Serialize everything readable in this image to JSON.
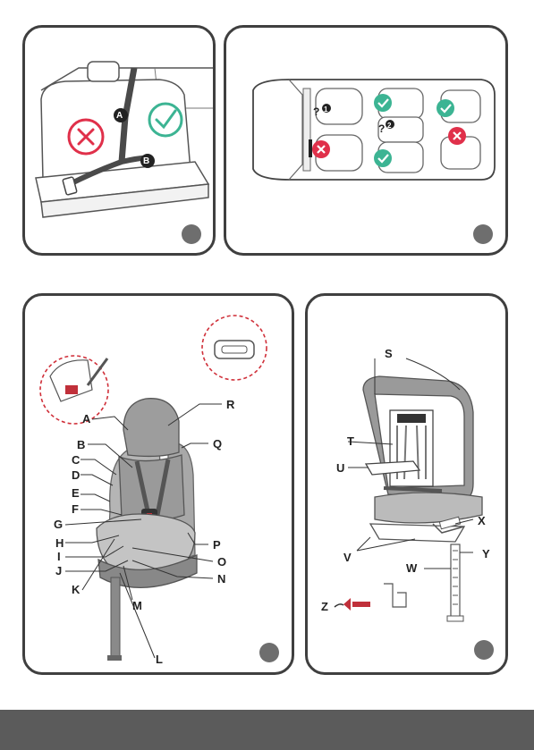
{
  "colors": {
    "border": "#3f3f3f",
    "ok": "#3cb493",
    "no": "#e0304a",
    "seat": "#9a9a9a",
    "dot": "#6e6e6e",
    "footer": "#5b5b5b"
  },
  "panel1": {
    "belt_labels": [
      "A",
      "B"
    ]
  },
  "panel2": {
    "position_markers": [
      "1",
      "2"
    ],
    "unknown_glyph": "?"
  },
  "panel3": {
    "left_labels": [
      "A",
      "B",
      "C",
      "D",
      "E",
      "F",
      "G",
      "H",
      "I",
      "J",
      "K"
    ],
    "right_labels": [
      "R",
      "Q",
      "P",
      "O",
      "N"
    ],
    "bottom_labels": [
      "M",
      "L"
    ]
  },
  "panel4": {
    "labels": [
      "S",
      "T",
      "U",
      "V",
      "W",
      "X",
      "Y",
      "Z"
    ]
  },
  "icons": [
    "prohibited-icon",
    "approved-icon",
    "check-badge-icon",
    "cross-badge-icon"
  ]
}
